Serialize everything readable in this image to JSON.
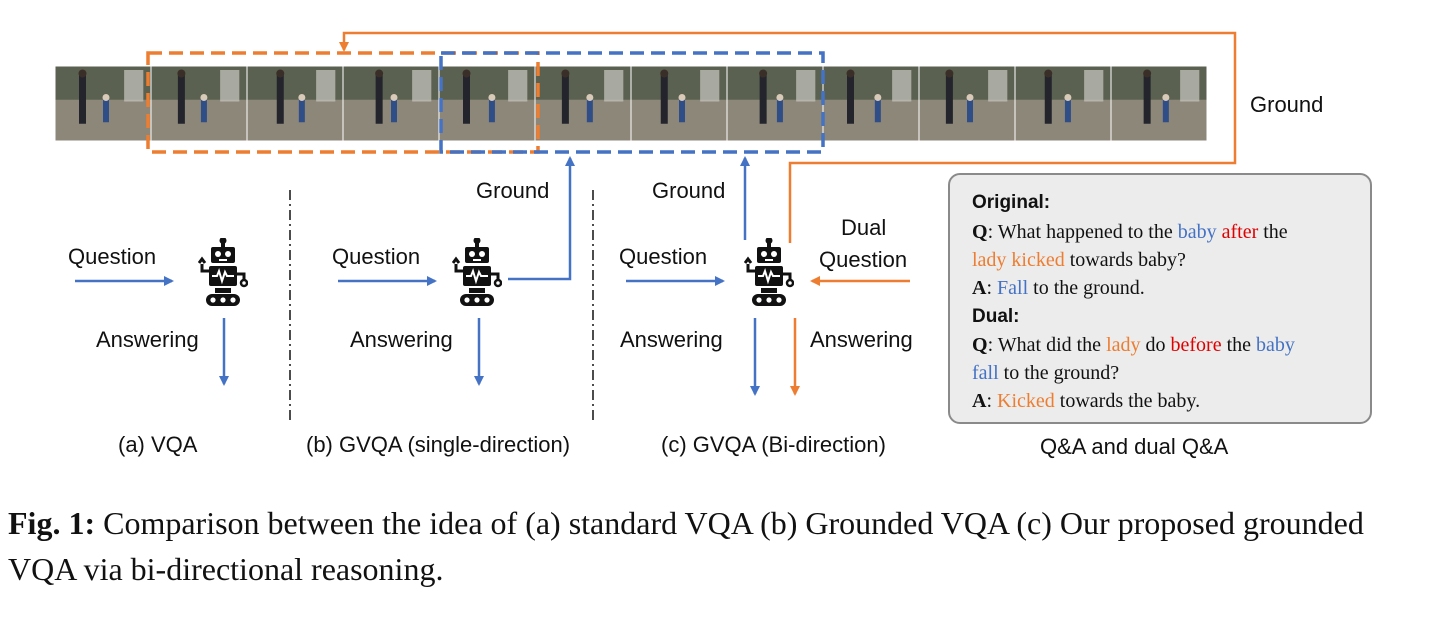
{
  "labels": {
    "ground_top_right": "Ground",
    "ground_b": "Ground",
    "ground_c": "Ground",
    "question_a": "Question",
    "question_b": "Question",
    "question_c": "Question",
    "dual_line1": "Dual",
    "dual_line2": "Question",
    "answering_a": "Answering",
    "answering_b": "Answering",
    "answering_c1": "Answering",
    "answering_c2": "Answering"
  },
  "panels": {
    "a": "(a) VQA",
    "b": "(b) GVQA (single-direction)",
    "c": "(c) GVQA (Bi-direction)",
    "d": "Q&A and dual Q&A"
  },
  "qa_box": {
    "original_header": "Original:",
    "orig_q_prefix": "Q",
    "orig_q_1": ": What happened to the ",
    "orig_q_baby": "baby",
    "orig_q_after": "after",
    "orig_q_the": " the",
    "orig_q_lady_kicked": "lady kicked",
    "orig_q_rest": " towards baby?",
    "orig_a_prefix": "A",
    "orig_a_colon": ": ",
    "orig_a_fall": "Fall",
    "orig_a_rest": " to the ground.",
    "dual_header": "Dual:",
    "dual_q_prefix": "Q",
    "dual_q_1": ": What did the ",
    "dual_q_lady": "lady",
    "dual_q_do": " do ",
    "dual_q_before": "before",
    "dual_q_the": " the ",
    "dual_q_baby": "baby",
    "dual_q_fall": "fall",
    "dual_q_rest": " to the ground?",
    "dual_a_prefix": "A",
    "dual_a_colon": ": ",
    "dual_a_kicked": "Kicked",
    "dual_a_rest": " towards the baby."
  },
  "caption": {
    "label": "Fig. 1:",
    "text": " Comparison between the idea of (a) standard VQA (b) Grounded VQA (c) Our proposed grounded VQA via bi-directional reasoning."
  },
  "colors": {
    "blue": "#4472c4",
    "orange": "#ed7d31",
    "red": "#e00000"
  },
  "video_frames": 12
}
